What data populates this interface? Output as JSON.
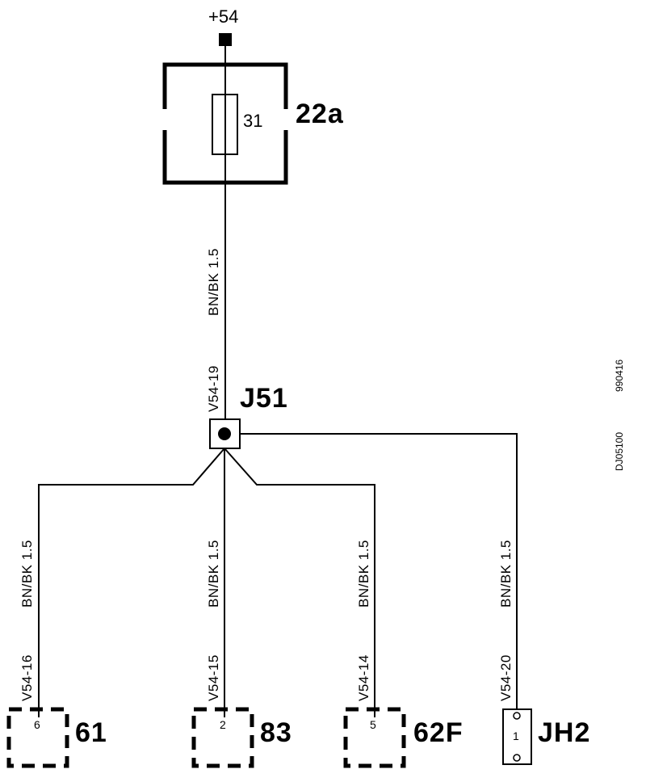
{
  "supply": {
    "label": "+54"
  },
  "fuse_box": {
    "id": "22a",
    "fuse_number": "31"
  },
  "splice": {
    "id": "J51"
  },
  "wires": {
    "main": {
      "id": "V54-19",
      "color_size": "BN/BK  1.5"
    },
    "w61": {
      "id": "V54-16",
      "color_size": "BN/BK  1.5"
    },
    "w83": {
      "id": "V54-15",
      "color_size": "BN/BK  1.5"
    },
    "w62f": {
      "id": "V54-14",
      "color_size": "BN/BK  1.5"
    },
    "wjh2": {
      "id": "V54-20",
      "color_size": "BN/BK  1.5"
    }
  },
  "connectors": {
    "c61": {
      "id": "61",
      "pin": "6"
    },
    "c83": {
      "id": "83",
      "pin": "2"
    },
    "c62f": {
      "id": "62F",
      "pin": "5"
    },
    "cjh2": {
      "id": "JH2",
      "pin": "1"
    }
  },
  "reference": {
    "drawing_code": "DJ05100",
    "date_code": "990416"
  }
}
